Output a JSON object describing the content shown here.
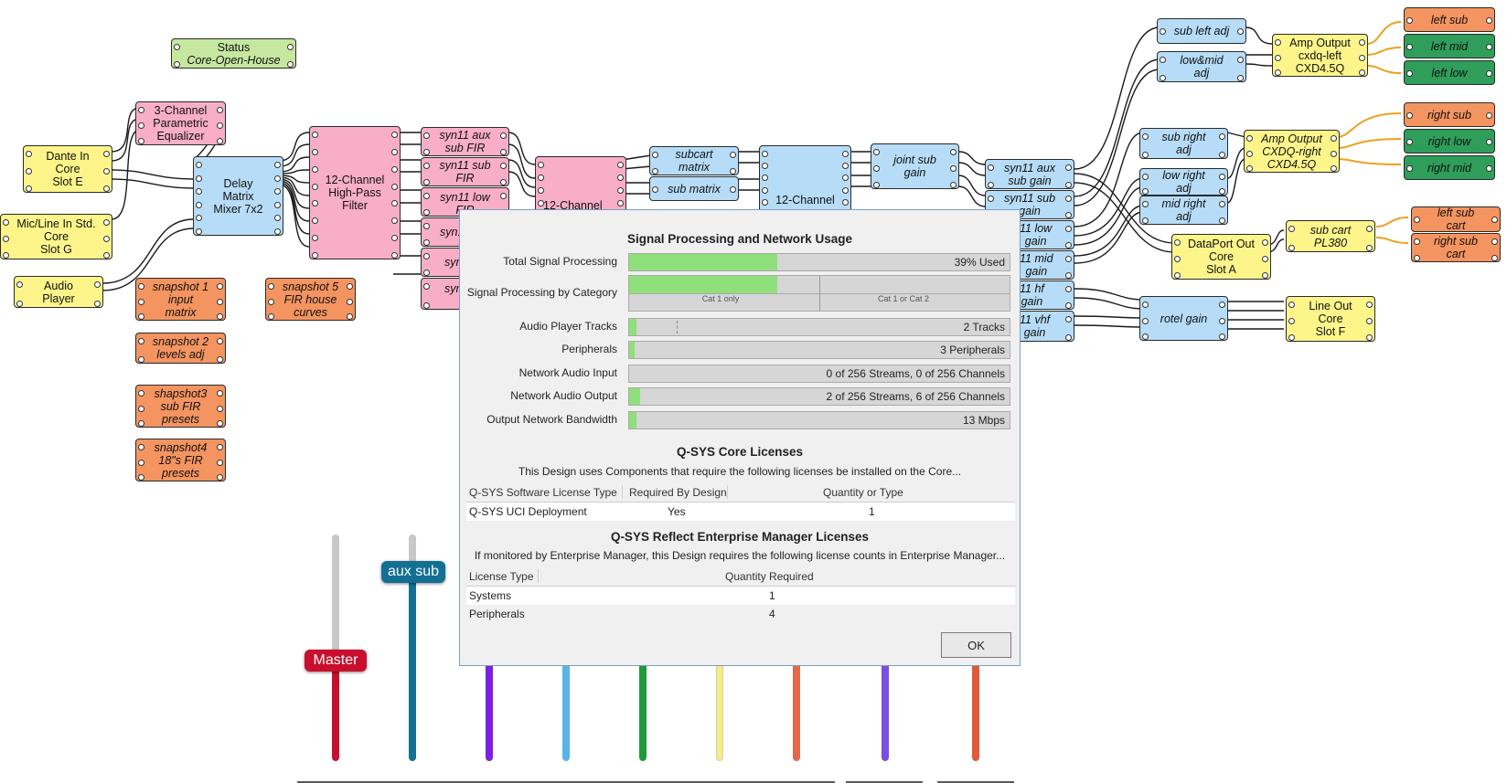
{
  "blocks": {
    "status": {
      "title": "Status",
      "subtitle": "Core-Open-House"
    },
    "dante_in": "Dante In\nCore\nSlot E",
    "micline_in": "Mic/Line In Std.\nCore\nSlot G",
    "audio_player": "Audio\nPlayer",
    "parametric_eq": "3-Channel\nParametric\nEqualizer",
    "delay_matrix": "Delay\nMatrix\nMixer 7x2",
    "snapshot1": "snapshot 1\ninput\nmatrix",
    "snapshot2": "snapshot 2\nlevels adj",
    "snapshot3": "shapshot3\nsub FIR\npresets",
    "snapshot4": "snapshot4\n18\"s FIR\npresets",
    "snapshot5": "snapshot 5\nFIR house\ncurves",
    "highpass_filter": "12-Channel\nHigh-Pass\nFilter",
    "syn11_aux_sub_fir": "syn11 aux\nsub FIR",
    "syn11_sub_fir": "syn11 sub\nFIR",
    "syn11_low_fir": "syn11 low\nFIR",
    "syn_partial_1": "syn1",
    "syn_partial_2": "syn",
    "syn_partial_3": "syn",
    "twelve_channel_pink": "12-Channel",
    "subcart_matrix": "subcart\nmatrix",
    "sub_matrix": "sub matrix",
    "twelve_channel_blue": "12-Channel",
    "joint_sub_gain": "joint sub\ngain",
    "syn11_aux_sub_gain": "syn11 aux\nsub gain",
    "syn11_sub_gain": "syn11 sub\ngain",
    "syn11_low_gain": "11 low\ngain",
    "syn11_mid_gain": "11 mid\ngain",
    "syn11_hf_gain": "11 hf\ngain",
    "syn11_vhf_gain": "11 vhf\ngain",
    "sub_left_adj": "sub left adj",
    "lowmid_adj": "low&mid\nadj",
    "amp_left": "Amp Output\ncxdq-left\nCXD4.5Q",
    "left_sub": "left sub",
    "left_mid": "left mid",
    "left_low": "left low",
    "sub_right_adj": "sub right\nadj",
    "low_right_adj": "low right\nadj",
    "mid_right_adj": "mid right\nadj",
    "amp_right": "Amp Output\nCXDQ-right\nCXD4.5Q",
    "right_sub": "right sub",
    "right_low": "right low",
    "right_mid": "right mid",
    "dataport_out": "DataPort Out\nCore\nSlot A",
    "sub_cart": "sub cart\nPL380",
    "left_sub_cart": "left sub\ncart",
    "right_sub_cart": "right sub\ncart",
    "rotel_gain": "rotel gain",
    "line_out": "Line Out\nCore\nSlot F"
  },
  "faders": {
    "master_label": "Master",
    "aux_sub_label": "aux sub"
  },
  "colors": {
    "master": "#c8102e",
    "aux_sub": "#136f93",
    "purple": "#7b1fe0",
    "light_blue": "#5ab4e8",
    "green": "#1e9a3c",
    "yellow": "#f5ee7a",
    "orange_red": "#e2694a",
    "violet": "#7a4fe0",
    "red_orange": "#e05a3a",
    "wire_orange": "#f0a020"
  },
  "dialog": {
    "title": "Signal Processing and Network Usage",
    "meters": [
      {
        "label": "Total Signal Processing",
        "value": "39% Used",
        "fill": 0.39
      },
      {
        "label": "Signal Processing by Category",
        "cat1": "Cat 1\nonly",
        "cat2": "Cat 1 or\nCat 2",
        "fill": 0.39
      },
      {
        "label": "Audio Player Tracks",
        "value": "2 Tracks",
        "fill": 0.02
      },
      {
        "label": "Peripherals",
        "value": "3 Peripherals",
        "fill": 0.01
      },
      {
        "label": "Network Audio Input",
        "value": "0 of 256 Streams, 0 of 256 Channels",
        "fill": 0
      },
      {
        "label": "Network Audio Output",
        "value": "2 of 256 Streams, 6 of 256 Channels",
        "fill": 0.03
      },
      {
        "label": "Output Network Bandwidth",
        "value": "13 Mbps",
        "fill": 0.02
      }
    ],
    "core_licenses": {
      "title": "Q-SYS Core Licenses",
      "subtitle": "This Design uses Components that require the following licenses be installed on the Core...",
      "headers": [
        "Q-SYS Software License Type",
        "Required By Design",
        "Quantity or Type"
      ],
      "rows": [
        [
          "Q-SYS UCI Deployment",
          "Yes",
          "1"
        ]
      ]
    },
    "reflect_licenses": {
      "title": "Q-SYS Reflect Enterprise Manager Licenses",
      "subtitle": "If monitored by Enterprise Manager, this Design requires the following license counts in Enterprise Manager...",
      "headers": [
        "License Type",
        "Quantity Required"
      ],
      "rows": [
        [
          "Systems",
          "1"
        ],
        [
          "Peripherals",
          "4"
        ]
      ]
    },
    "ok_label": "OK"
  }
}
